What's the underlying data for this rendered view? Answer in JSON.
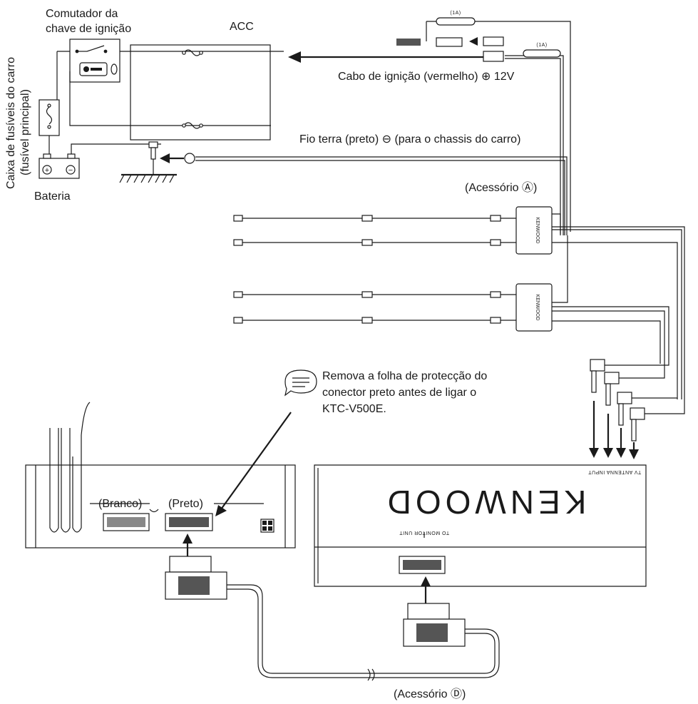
{
  "labels": {
    "ignition_switch_l1": "Comutador da",
    "ignition_switch_l2": "chave de ignição",
    "acc": "ACC",
    "fuse_box_l1": "Caixa de fusíveis do carro",
    "fuse_box_l2": "(fusível principal)",
    "battery": "Bateria",
    "ignition_cable": "Cabo de ignição (vermelho) ⊕ 12V",
    "ground_wire": "Fio terra (preto) ⊖ (para o chassis do carro)",
    "fuse_rating_1": "(1A)",
    "fuse_rating_2": "(1A)",
    "accessory_a": "(Acessório Ⓐ)",
    "note_l1": "Remova a folha de protecção do",
    "note_l2": "conector preto antes de ligar o",
    "note_l3": "KTC-V500E.",
    "white_connector": "(Branco)",
    "black_connector": "(Preto)",
    "accessory_d": "(Acessório Ⓓ)",
    "brand": "KENWOOD",
    "to_monitor_unit": "TO MONITOR UNIT",
    "tv_antenna_input": "TV ANTENNA INPUT",
    "amp_brand_1": "KENWOOD",
    "amp_brand_2": "KENWOOD"
  },
  "colors": {
    "ink": "#1a1a1a",
    "connector_fill": "#555555",
    "background": "#ffffff"
  }
}
